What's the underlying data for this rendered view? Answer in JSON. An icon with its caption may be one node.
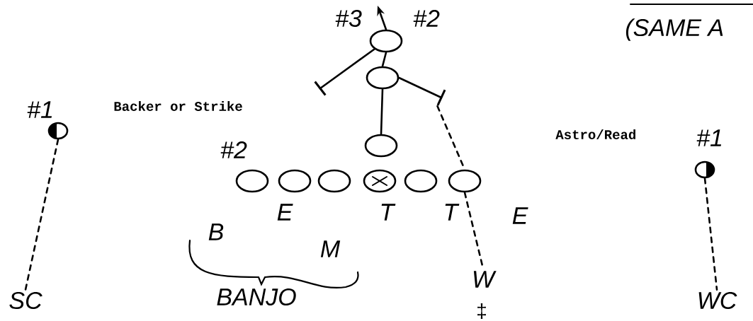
{
  "diagram": {
    "nodes": [
      {
        "text": [],
        "shape": "circle"
      },
      {
        "text": [
          "SC"
        ]
      },
      {
        "text": [],
        "shape": "circle"
      },
      {
        "text": [
          "WC"
        ]
      },
      {
        "text": [],
        "shape": "ellipse"
      },
      {
        "text": [],
        "shape": "ellipse"
      },
      {
        "text": [],
        "shape": "ellipse"
      },
      {
        "text": [],
        "shape": "ellipse"
      },
      {
        "text": [],
        "shape": "ellipse"
      },
      {
        "text": [],
        "shape": "ellipse"
      },
      {
        "text": [],
        "shape": "ellipse"
      },
      {
        "text": [],
        "shape": "ellipse"
      },
      {
        "text": [],
        "shape": "ellipse"
      },
      {
        "text": [
          "W"
        ]
      },
      {
        "text": [],
        "shape": "bar"
      },
      {
        "text": [],
        "shape": "bar"
      }
    ],
    "edges": [
      {
        "from": 0,
        "to": 1,
        "arrow": "none",
        "style": "dashed"
      },
      {
        "from": 2,
        "to": 3,
        "arrow": "none",
        "style": "dashed"
      },
      {
        "from": 10,
        "to": 11,
        "arrow": "none"
      },
      {
        "from": 11,
        "to": 12,
        "arrow": "none"
      },
      {
        "from": 12,
        "to": null,
        "arrow": "to"
      },
      {
        "from": 12,
        "to": 14,
        "arrow": "none"
      },
      {
        "from": 11,
        "to": 15,
        "arrow": "none"
      },
      {
        "from": 15,
        "to": 9,
        "arrow": "none",
        "style": "dashed"
      },
      {
        "from": 9,
        "to": 13,
        "arrow": "none",
        "style": "dashed"
      }
    ],
    "labels": [
      "#3",
      "#2",
      "(SAME A",
      "#1",
      "Backer or Strike",
      "Astro/Read",
      "#1",
      "#2",
      "E",
      "T",
      "T",
      "E",
      "B",
      "M",
      "BANJO",
      "‡"
    ]
  }
}
